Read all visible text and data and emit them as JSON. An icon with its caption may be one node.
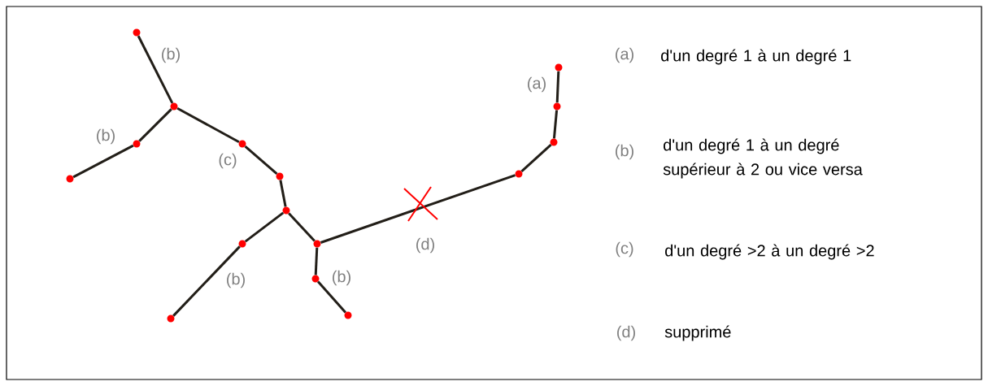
{
  "diagram": {
    "nodes": [
      {
        "text": [],
        "shape": "circle"
      },
      {
        "text": [],
        "shape": "circle"
      },
      {
        "text": [],
        "shape": "circle"
      },
      {
        "text": [],
        "shape": "circle"
      },
      {
        "text": [],
        "shape": "circle"
      },
      {
        "text": [],
        "shape": "circle"
      },
      {
        "text": [],
        "shape": "circle"
      },
      {
        "text": [],
        "shape": "circle"
      },
      {
        "text": [],
        "shape": "circle"
      },
      {
        "text": [],
        "shape": "circle"
      },
      {
        "text": [],
        "shape": "circle"
      },
      {
        "text": [],
        "shape": "circle"
      },
      {
        "text": [],
        "shape": "circle"
      },
      {
        "text": [],
        "shape": "circle"
      },
      {
        "text": [],
        "shape": "circle"
      },
      {
        "text": [],
        "shape": "circle"
      }
    ],
    "edges": [
      {
        "from": 1,
        "to": 4,
        "arrow": "none"
      },
      {
        "from": 4,
        "to": 2,
        "arrow": "none"
      },
      {
        "from": 2,
        "to": 0,
        "arrow": "none"
      },
      {
        "from": 4,
        "to": 6,
        "arrow": "none"
      },
      {
        "from": 6,
        "to": 7,
        "arrow": "none"
      },
      {
        "from": 7,
        "to": 8,
        "arrow": "none"
      },
      {
        "from": 8,
        "to": 5,
        "arrow": "none"
      },
      {
        "from": 5,
        "to": 3,
        "arrow": "none"
      },
      {
        "from": 8,
        "to": 10,
        "arrow": "none"
      },
      {
        "from": 10,
        "to": 9,
        "arrow": "none"
      },
      {
        "from": 9,
        "to": 11,
        "arrow": "none"
      },
      {
        "from": 10,
        "to": 12,
        "arrow": "none"
      },
      {
        "from": 12,
        "to": 13,
        "arrow": "none"
      },
      {
        "from": 13,
        "to": 14,
        "arrow": "none"
      },
      {
        "from": 14,
        "to": 15,
        "arrow": "none"
      }
    ],
    "labels": [
      "(b)",
      "(b)",
      "(c)",
      "(b)",
      "(b)",
      "(d)",
      "(a)",
      "(a)",
      "d'un degré 1 à un degré 1",
      "(b)",
      "d'un degré 1 à un degré supérieur à 2 ou vice versa",
      "(c)",
      "d'un degré >2 à un degré >2",
      "(d)",
      "supprimé"
    ]
  }
}
